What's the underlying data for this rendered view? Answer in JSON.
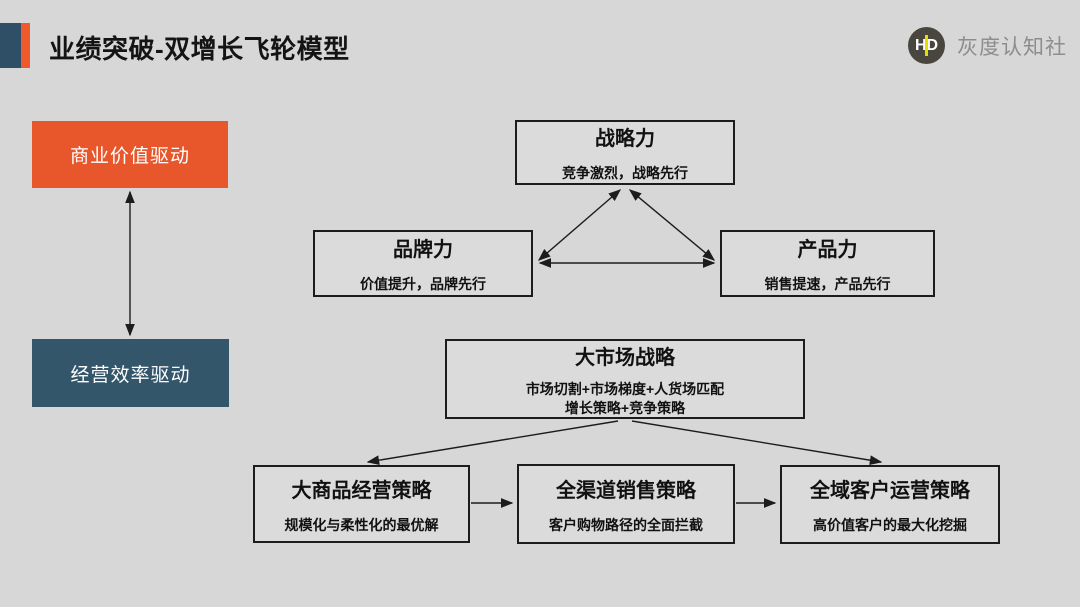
{
  "header": {
    "title": "业绩突破-双增长飞轮模型"
  },
  "logo": {
    "monogram": "HD",
    "name": "灰度认知社"
  },
  "drivers": {
    "value": {
      "label": "商业价值驱动"
    },
    "efficiency": {
      "label": "经营效率驱动"
    }
  },
  "triangle": {
    "strategy": {
      "title": "战略力",
      "subtitle": "竞争激烈，战略先行"
    },
    "brand": {
      "title": "品牌力",
      "subtitle": "价值提升，品牌先行"
    },
    "product": {
      "title": "产品力",
      "subtitle": "销售提速，产品先行"
    }
  },
  "market": {
    "title": "大市场战略",
    "subtitle_line1": "市场切割+市场梯度+人货场匹配",
    "subtitle_line2": "增长策略+竞争策略"
  },
  "strategies": {
    "merchandise": {
      "title": "大商品经营策略",
      "subtitle": "规模化与柔性化的最优解"
    },
    "omnichannel": {
      "title": "全渠道销售策略",
      "subtitle": "客户购物路径的全面拦截"
    },
    "customer": {
      "title": "全域客户运营策略",
      "subtitle": "高价值客户的最大化挖掘"
    }
  },
  "colors": {
    "accent_orange": "#e8562b",
    "accent_blue": "#34566b",
    "background": "#d7d7d7",
    "logo_yellow": "#e3df00",
    "logo_circle": "#48463f"
  }
}
